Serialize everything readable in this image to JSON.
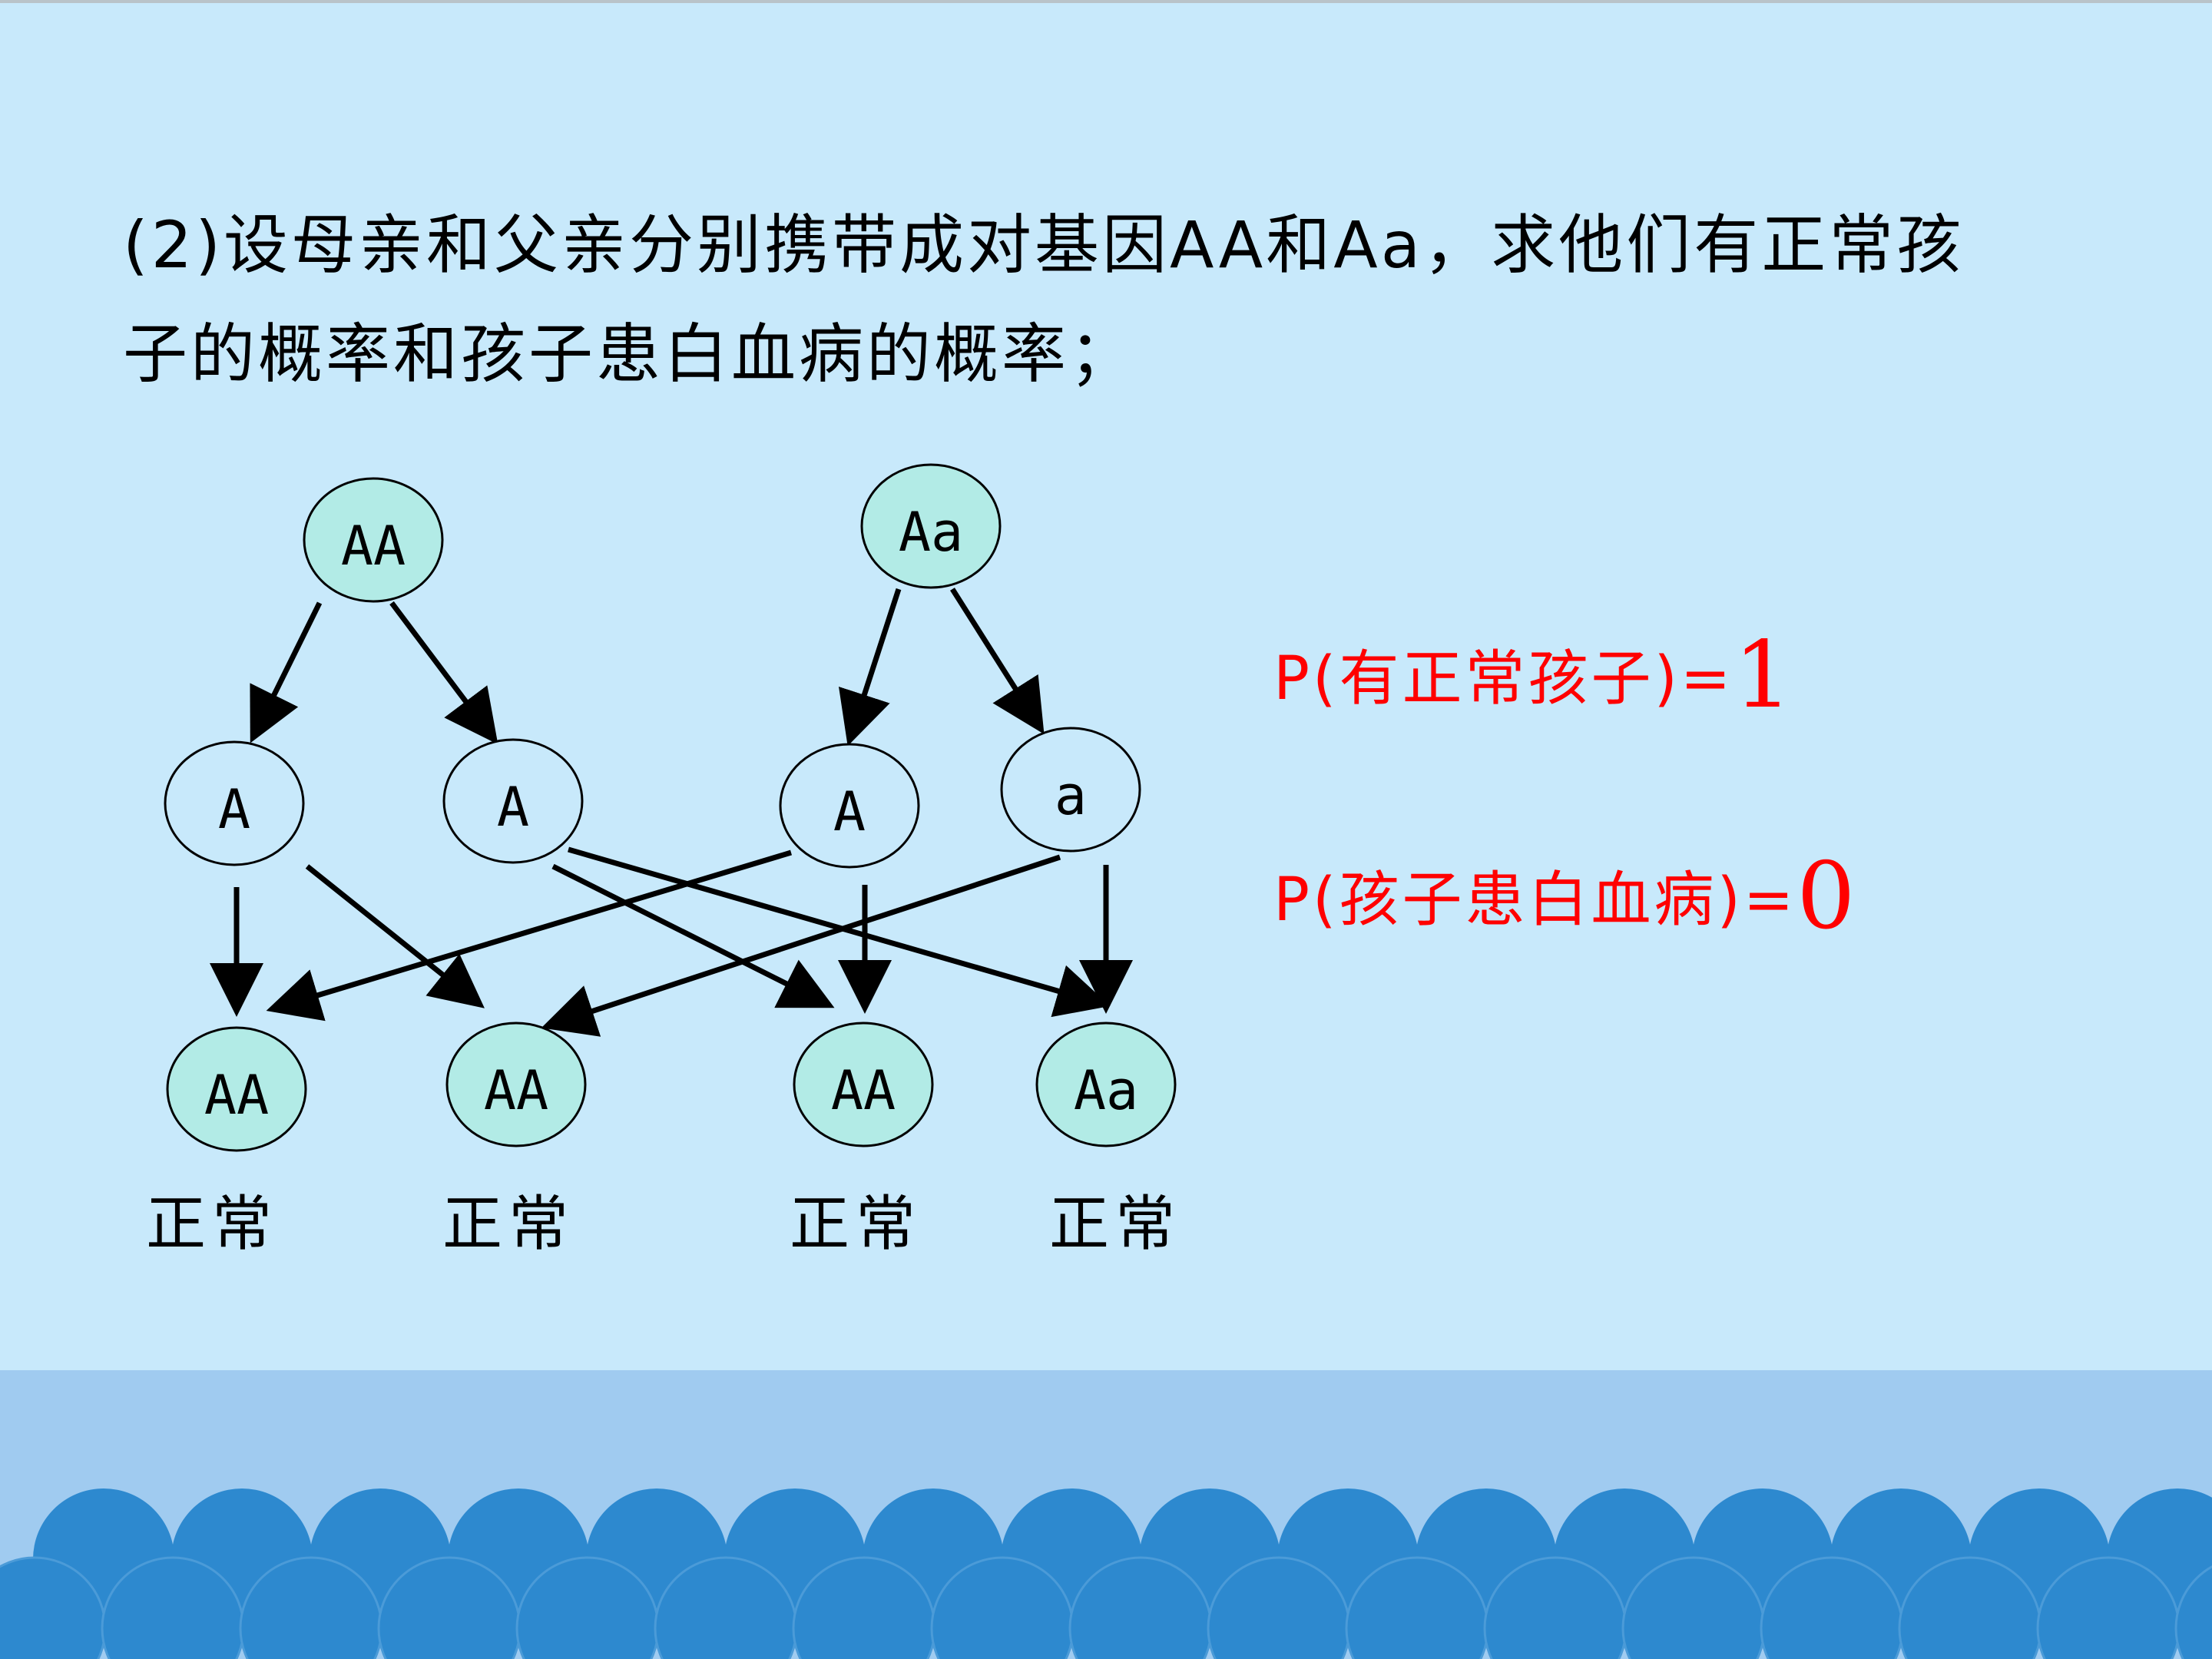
{
  "question": {
    "line1": "(2)设母亲和父亲分别携带成对基因AA和Aa，求他们有正常孩",
    "line2": "子的概率和孩子患白血病的概率；"
  },
  "diagram": {
    "parents": [
      {
        "label": "AA",
        "fill": "#b2ebe6"
      },
      {
        "label": "Aa",
        "fill": "#b2ebe6"
      }
    ],
    "gametes": [
      {
        "label": "A"
      },
      {
        "label": "A"
      },
      {
        "label": "A"
      },
      {
        "label": "a"
      }
    ],
    "offspring": [
      {
        "label": "AA",
        "phenotype": "正常"
      },
      {
        "label": "AA",
        "phenotype": "正常"
      },
      {
        "label": "AA",
        "phenotype": "正常"
      },
      {
        "label": "Aa",
        "phenotype": "正常"
      }
    ]
  },
  "results": {
    "normal": {
      "text": "P(有正常孩子)=",
      "value": "1"
    },
    "disease": {
      "text": "P(孩子患白血病)=",
      "value": "0"
    }
  },
  "colors": {
    "background": "#c8e9fb",
    "highlight": "#ff0000",
    "node_fill": "#b2ebe6",
    "footer": "#a0cbf0",
    "wave": "#2d89cf"
  }
}
